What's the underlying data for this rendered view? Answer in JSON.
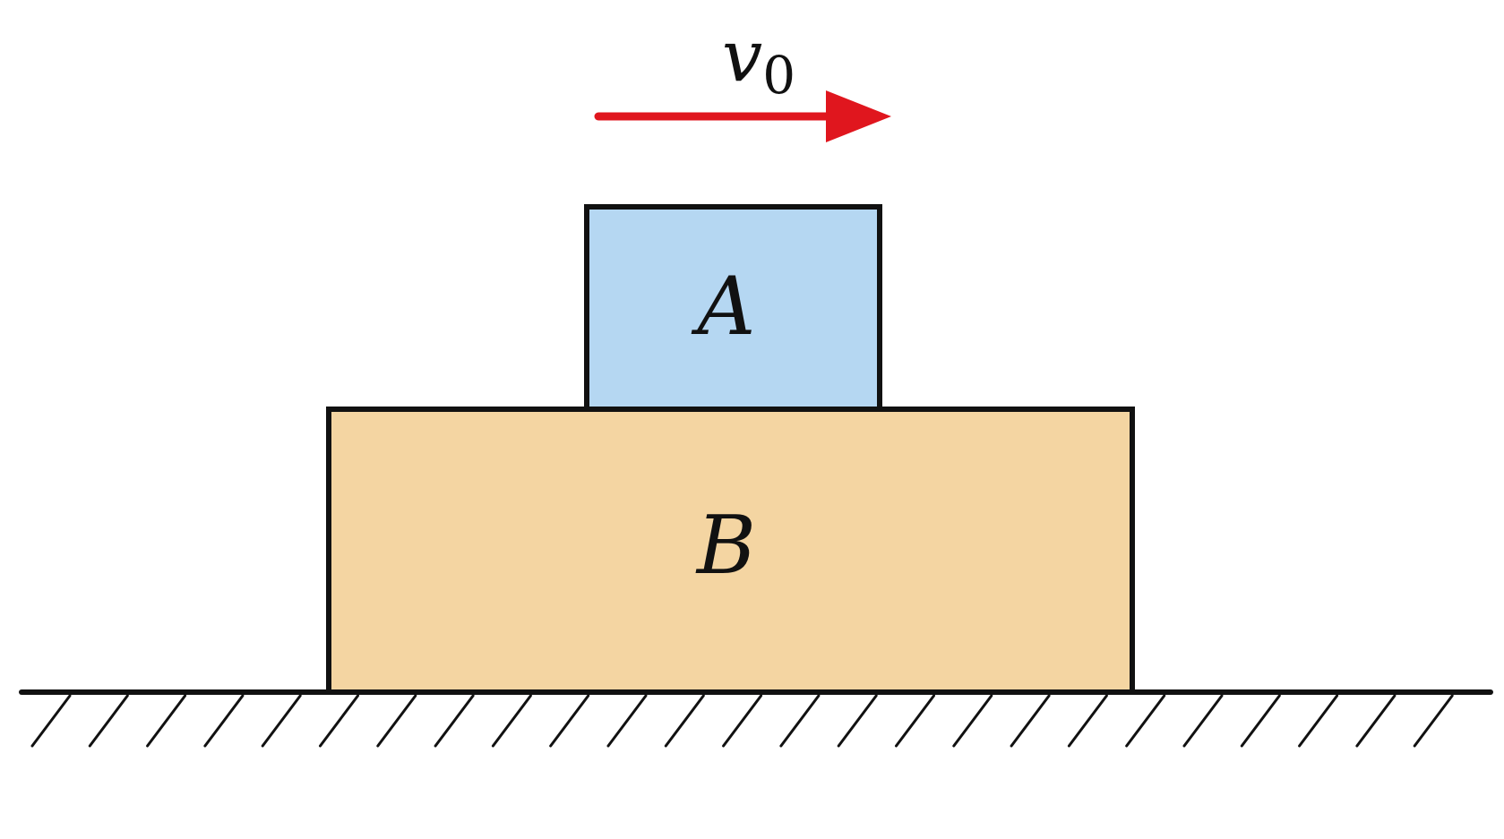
{
  "labels": {
    "velocity_symbol": "v",
    "velocity_subscript": "0",
    "block_a": "A",
    "block_b": "B"
  },
  "colors": {
    "block_a_fill": "#b5d7f2",
    "block_b_fill": "#f4d5a2",
    "arrow": "#e0161e",
    "outline": "#111111",
    "background": "#ffffff"
  },
  "icons": {
    "velocity": "arrow-right-icon",
    "ground": "hatched-ground-icon"
  }
}
